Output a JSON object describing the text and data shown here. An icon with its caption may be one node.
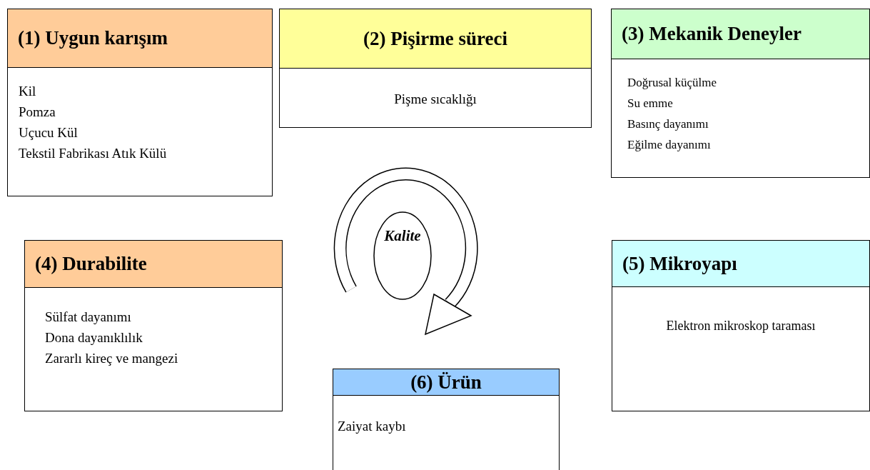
{
  "diagram": {
    "nodes": [
      {
        "text": [
          "(1) Uygun karışım",
          "Kil",
          "Pomza",
          "Uçucu Kül",
          "Tekstil Fabrikası Atık Külü"
        ]
      },
      {
        "text": [
          "(2) Pişirme süreci",
          "Pişme sıcaklığı"
        ]
      },
      {
        "text": [
          "(3) Mekanik Deneyler",
          "Doğrusal küçülme",
          "Su emme",
          "Basınç dayanımı",
          "Eğilme dayanımı"
        ]
      },
      {
        "text": [
          "Kalite"
        ]
      },
      {
        "text": [
          "(4) Durabilite",
          "Sülfat dayanımı",
          "Dona dayanıklılık",
          "Zararlı kireç ve mangezi"
        ]
      },
      {
        "text": [
          "(5) Mikroyapı",
          "Elektron mikroskop taraması"
        ]
      },
      {
        "text": [
          "(6) Ürün",
          "Zaiyat kaybı"
        ]
      }
    ],
    "edges": []
  }
}
